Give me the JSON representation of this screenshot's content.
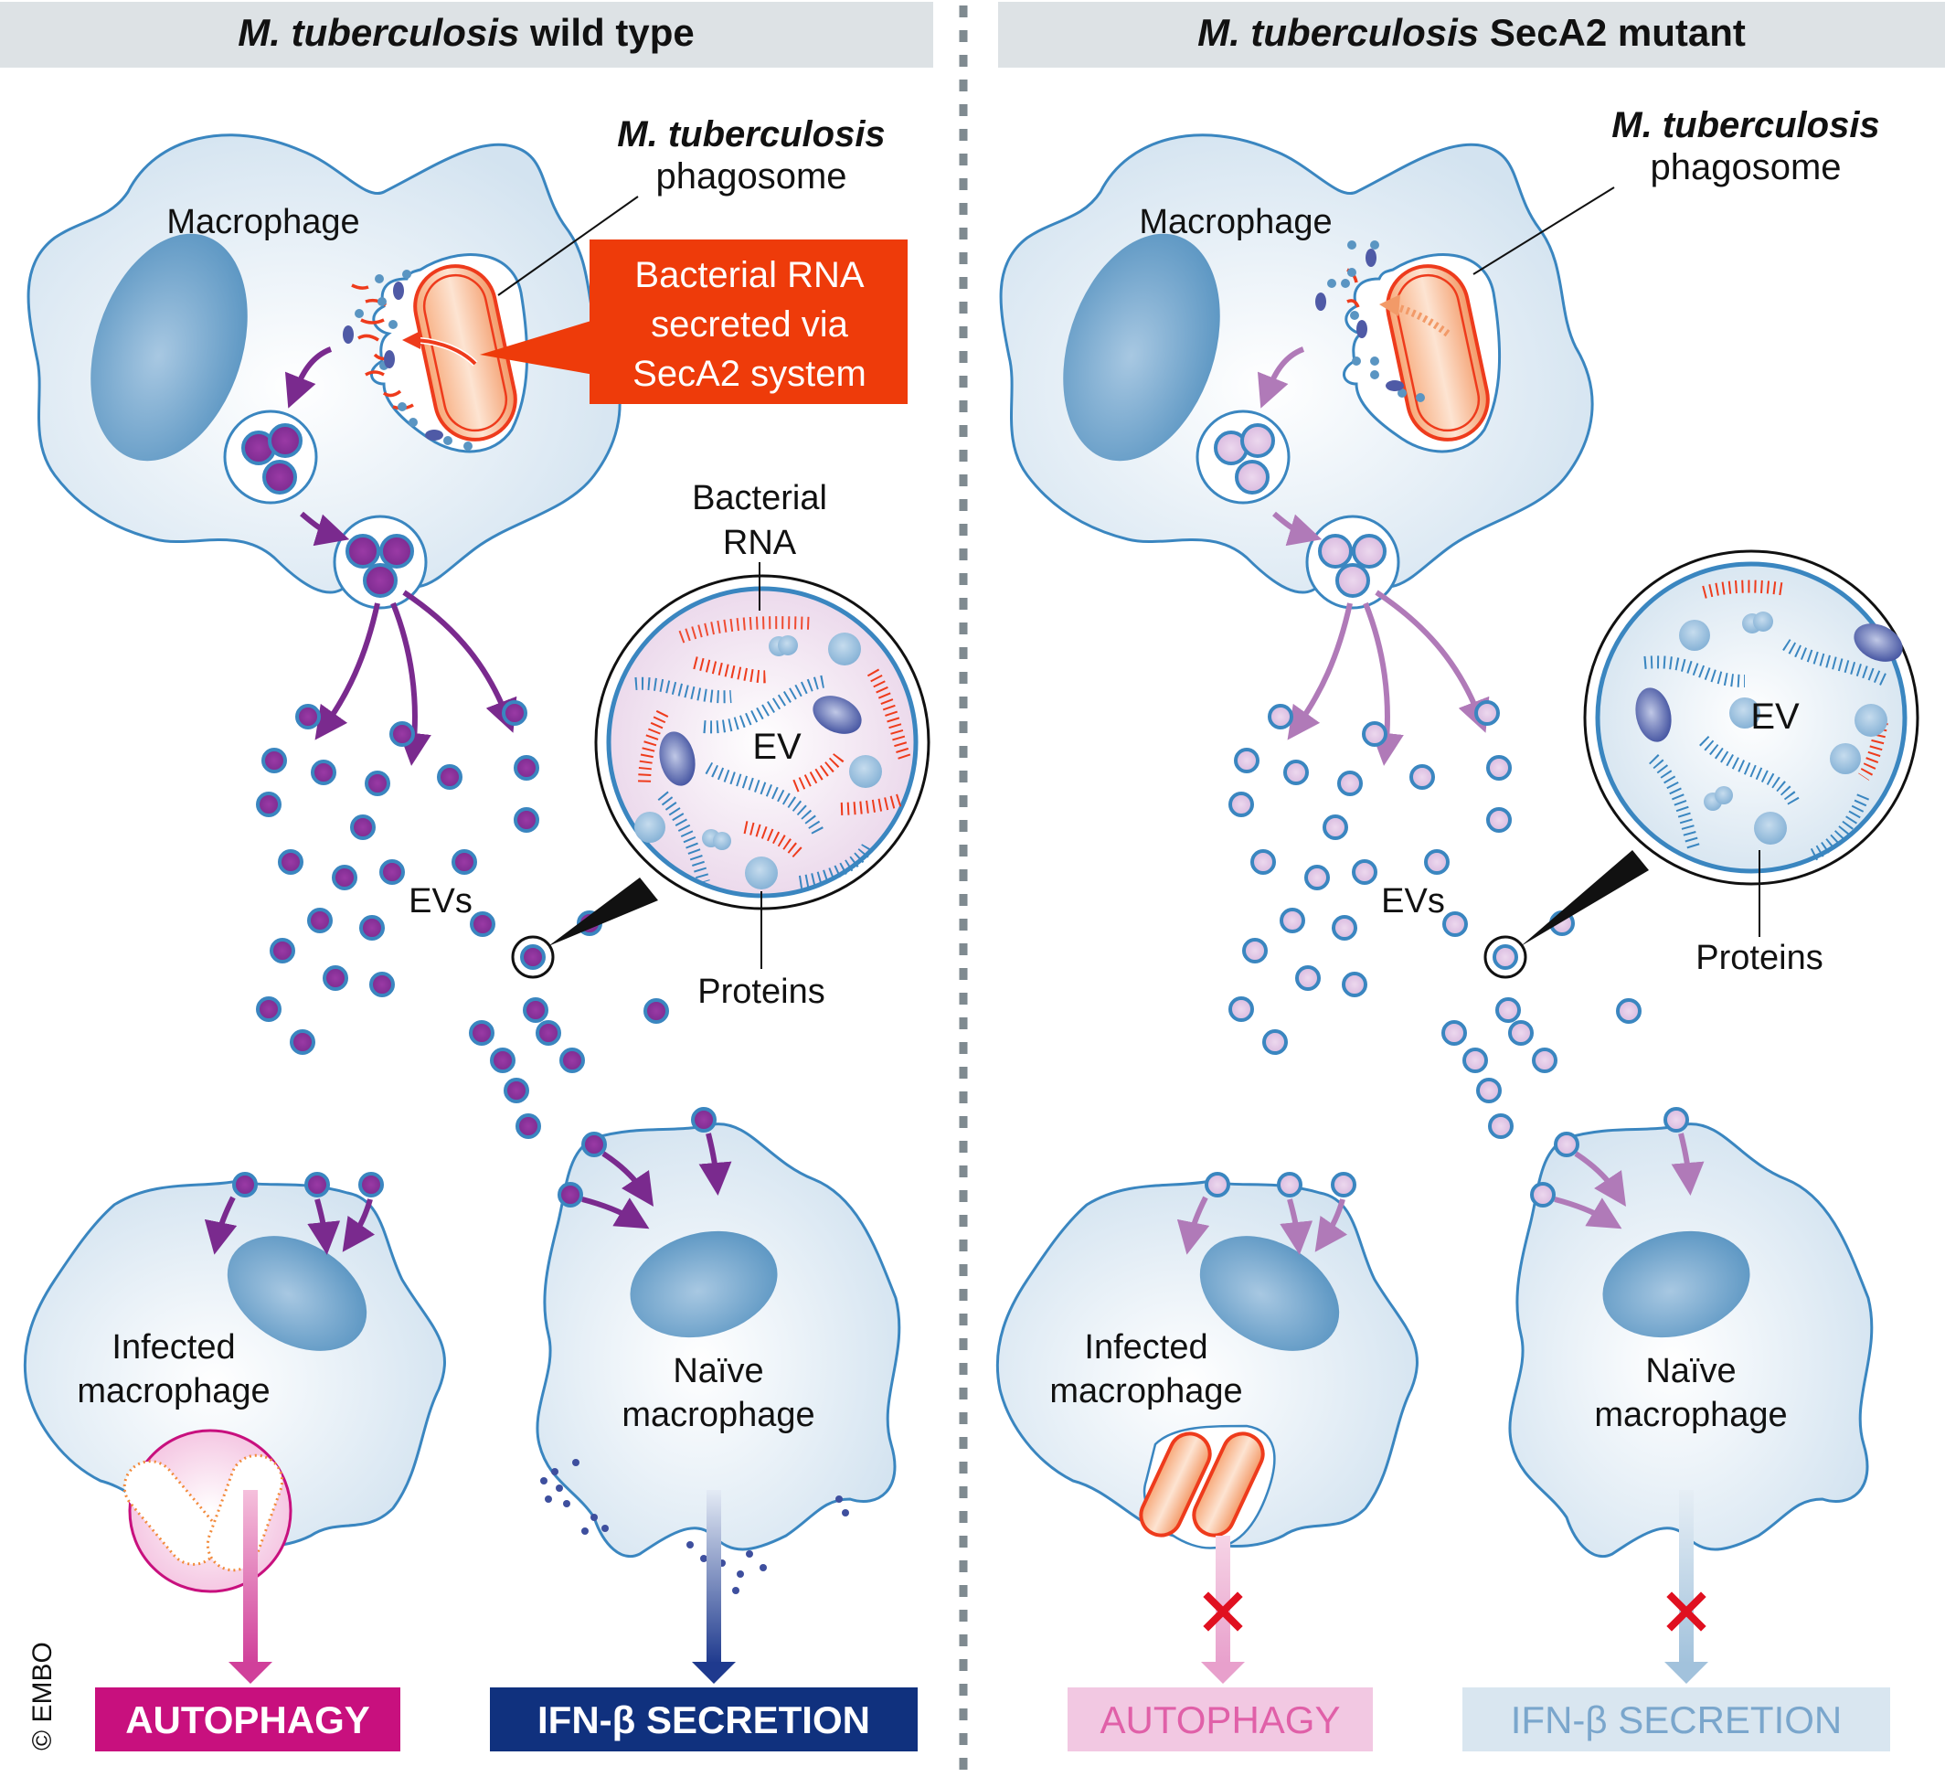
{
  "panels": [
    {
      "id": "wild-type",
      "header_italic": "M. tuberculosis",
      "header_rest": " wild type",
      "macrophage_label": "Macrophage",
      "phagosome_label_italic": "M. tuberculosis",
      "phagosome_label": "phagosome",
      "callout_lines": [
        "Bacterial RNA",
        "secreted via",
        "SecA2 system"
      ],
      "ev_zoom_top_label_lines": [
        "Bacterial",
        "RNA"
      ],
      "ev_zoom_center_label": "EV",
      "ev_zoom_bottom_label": "Proteins",
      "evs_label": "EVs",
      "infected_label_lines": [
        "Infected",
        "macrophage"
      ],
      "naive_label_lines": [
        "Naïve",
        "macrophage"
      ],
      "outcome_left": "AUTOPHAGY",
      "outcome_right": "IFN-β SECRETION",
      "outcome_left_state": "active",
      "outcome_right_state": "active"
    },
    {
      "id": "seca2-mutant",
      "header_italic": "M. tuberculosis",
      "header_rest": " SecA2 mutant",
      "macrophage_label": "Macrophage",
      "phagosome_label_italic": "M. tuberculosis",
      "phagosome_label": "phagosome",
      "ev_zoom_center_label": "EV",
      "ev_zoom_bottom_label": "Proteins",
      "evs_label": "EVs",
      "infected_label_lines": [
        "Infected",
        "macrophage"
      ],
      "naive_label_lines": [
        "Naïve",
        "macrophage"
      ],
      "outcome_left": "AUTOPHAGY",
      "outcome_right": "IFN-β SECRETION",
      "outcome_left_state": "blocked",
      "outcome_right_state": "blocked"
    }
  ],
  "copyright": "© EMBO",
  "colors": {
    "header_bg": "#dde2e5",
    "divider": "#7f8a90",
    "callout_bg": "#ee3b0a",
    "autophagy_active": "#c8107e",
    "ifn_active": "#10317e",
    "autophagy_blocked_bg": "#f2c8e2",
    "autophagy_blocked_text": "#e060a8",
    "ifn_blocked_bg": "#d9e6f0",
    "ifn_blocked_text": "#7aa6cc",
    "block_mark": "#e01020",
    "cell_outline": "#3a86c0",
    "ev_wt_fill": "#8a2f95",
    "ev_mt_fill": "#e3c8e6",
    "rna_bacterial": "#ee3b1c",
    "rna_host": "#3a86c0"
  }
}
